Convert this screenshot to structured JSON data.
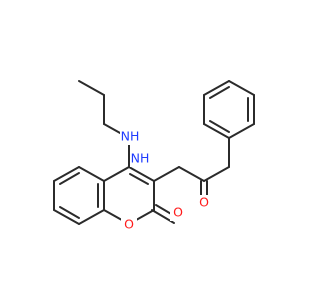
{
  "molecule": {
    "colors": {
      "bond": "#2b2b2b",
      "nitrogen": "#1f3cff",
      "oxygen": "#ff1a1a",
      "background": "#ffffff"
    },
    "atom_labels": {
      "propylamino_nh": "NH",
      "amide_nh": "NH",
      "ring_oxygen": "O",
      "lactone_carbonyl_oxygen": "O",
      "amide_carbonyl_oxygen": "O"
    }
  }
}
